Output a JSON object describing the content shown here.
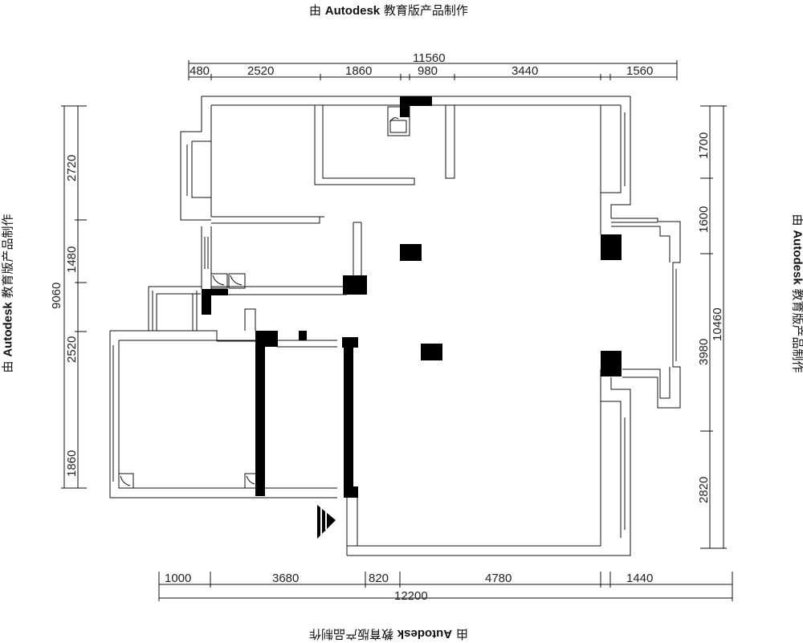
{
  "watermark": {
    "prefix": "由",
    "brand": "Autodesk",
    "suffix": "教育版产品制作"
  },
  "dimensions": {
    "top_total": "11560",
    "top": [
      "480",
      "2520",
      "1860",
      "980",
      "3440",
      "1560"
    ],
    "bottom_total": "12200",
    "bottom": [
      "1000",
      "3680",
      "820",
      "4780",
      "1440"
    ],
    "left_total": "9060",
    "left": [
      "2720",
      "1480",
      "2520",
      "1860"
    ],
    "right_total": "10460",
    "right": [
      "1700",
      "1600",
      "3980",
      "2820"
    ]
  }
}
